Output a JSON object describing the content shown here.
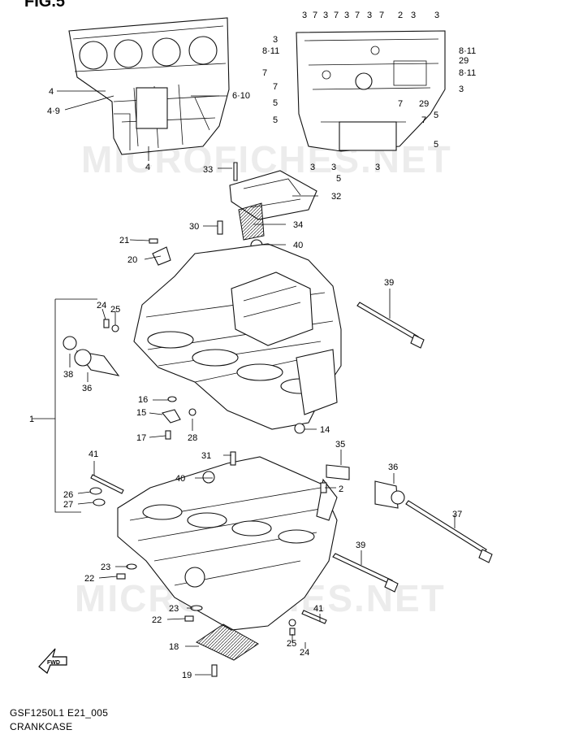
{
  "figure_title": "FIG.5",
  "footer": {
    "model_code": "GSF1250L1 E21_005",
    "section_name": "CRANKCASE"
  },
  "watermark": "MICROFICHES.NET",
  "fwd_label": "FWD",
  "callouts": {
    "top_left": [
      "4",
      "4·9",
      "4",
      "6·10"
    ],
    "top_right": [
      "3",
      "7",
      "3",
      "7",
      "3",
      "7",
      "3",
      "7",
      "2",
      "3",
      "3",
      "3",
      "8·11",
      "8·11",
      "7",
      "7",
      "5",
      "29",
      "29",
      "8·11",
      "3",
      "7",
      "5",
      "7",
      "5",
      "5",
      "3",
      "3",
      "5",
      "3"
    ],
    "main": [
      "33",
      "32",
      "30",
      "34",
      "21",
      "40",
      "20",
      "39",
      "24",
      "25",
      "1",
      "38",
      "36",
      "16",
      "15",
      "14",
      "17",
      "28",
      "35",
      "31",
      "41",
      "40",
      "2",
      "36",
      "26",
      "27",
      "37",
      "39",
      "23",
      "22",
      "23",
      "22",
      "41",
      "25",
      "24",
      "18",
      "19"
    ]
  }
}
